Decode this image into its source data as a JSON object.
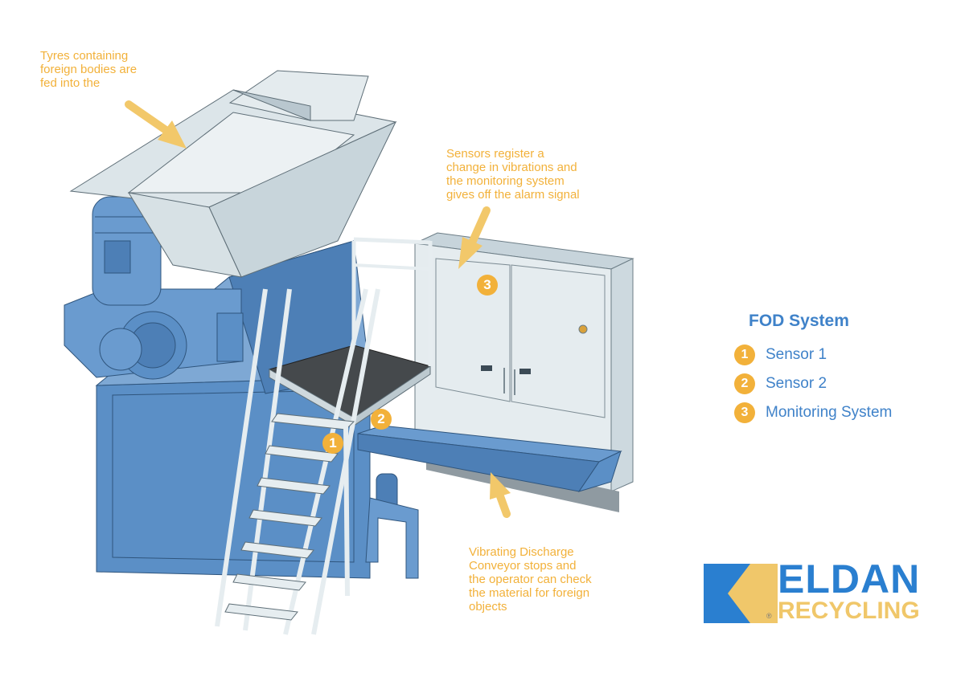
{
  "annotations": {
    "feed": [
      "Tyres containing",
      "foreign bodies are",
      "fed into the"
    ],
    "sensors": [
      "Sensors register a",
      "change in vibrations and",
      "the monitoring system",
      "gives off the alarm signal"
    ],
    "conveyor": [
      "Vibrating Discharge",
      "Conveyor stops and",
      "the operator can check",
      "the material for foreign",
      "objects"
    ]
  },
  "markers": {
    "m1": "1",
    "m2": "2",
    "m3": "3"
  },
  "legend": {
    "title": "FOD System",
    "items": [
      {
        "num": "1",
        "label": "Sensor 1"
      },
      {
        "num": "2",
        "label": "Sensor 2"
      },
      {
        "num": "3",
        "label": "Monitoring System"
      }
    ]
  },
  "logo": {
    "top": "ELDAN",
    "bottom": "RECYCLING",
    "registered": "®"
  },
  "colors": {
    "accent": "#f2b13a",
    "brand_blue": "#3f82c9",
    "machine_blue": "#5b8fc6",
    "steel_light": "#dde6ea"
  }
}
